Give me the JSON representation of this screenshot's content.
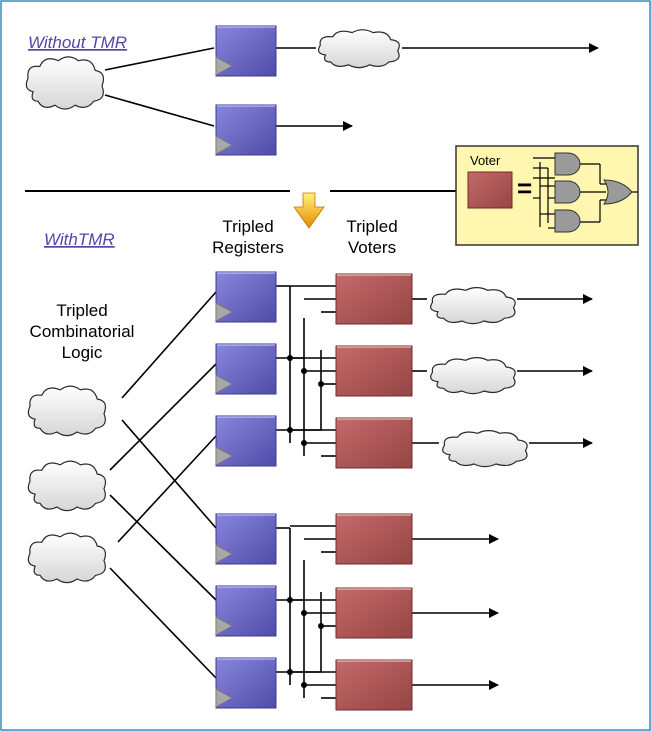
{
  "labels": {
    "without_tmr": "Without TMR",
    "with_tmr": "WithTMR",
    "tripled_registers": [
      "Tripled",
      "Registers"
    ],
    "tripled_voters": [
      "Tripled",
      "Voters"
    ],
    "tripled_logic": [
      "Tripled",
      "Combinatorial",
      "Logic"
    ],
    "voter_legend": "Voter",
    "equals": "="
  },
  "colors": {
    "frame": "#2f8fbf",
    "register_fill": "#6a68c4",
    "register_edge": "#3c3a8e",
    "voter_fill": "#b05555",
    "voter_edge": "#6e2f2f",
    "cloud_fill": "#f2f2f2",
    "cloud_stroke": "#2a2a2a",
    "link": "#5048a8",
    "legend_bg": "#fff6b0",
    "legend_border": "#333333",
    "gate_fill": "#9a9a9a",
    "down_arrow": "#f2b400"
  }
}
